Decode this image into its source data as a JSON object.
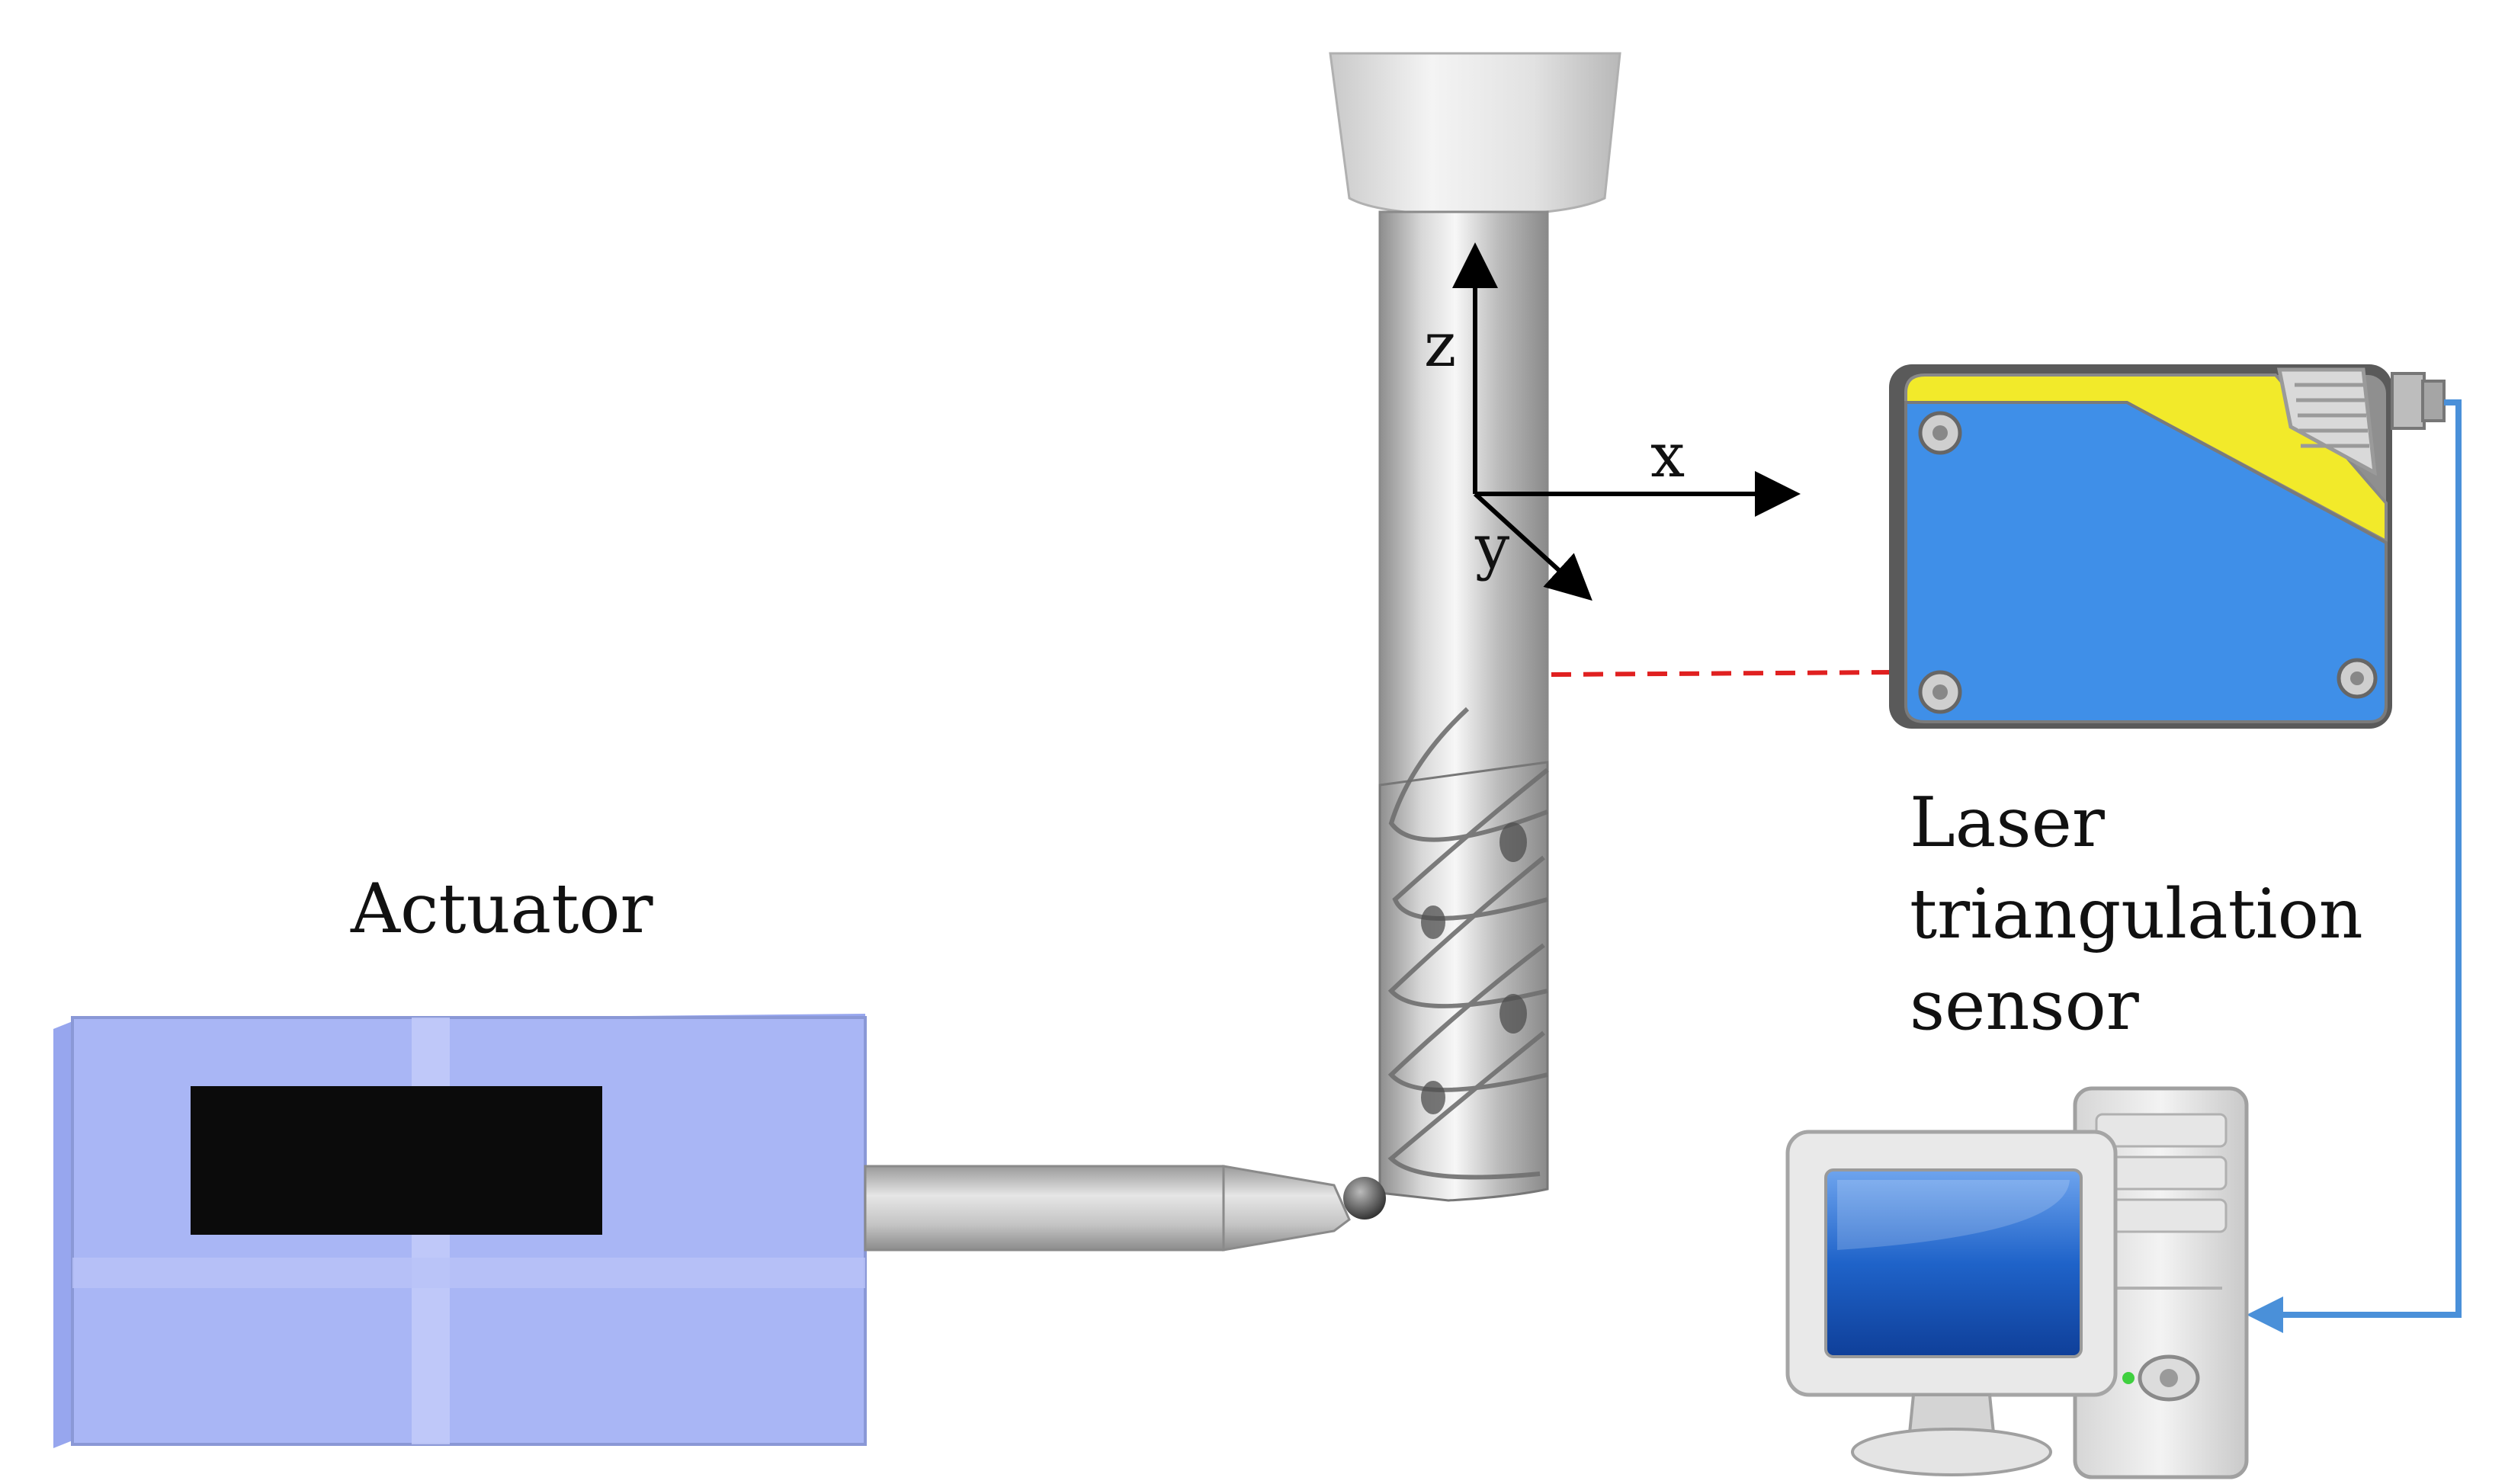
{
  "labels": {
    "actuator": "Actuator",
    "sensor_line1": "Laser",
    "sensor_line2": "triangulation",
    "sensor_line3": "sensor"
  },
  "axes": {
    "x": "x",
    "y": "y",
    "z": "z"
  },
  "colors": {
    "actuator_body": "#a9b6f5",
    "actuator_window": "#0b0b0b",
    "sensor_blue": "#3f8fe8",
    "sensor_yellow": "#f2ea2a",
    "laser_beam": "#e02020",
    "cable": "#4a90d9",
    "tool_silver": "#c8c8c8"
  }
}
